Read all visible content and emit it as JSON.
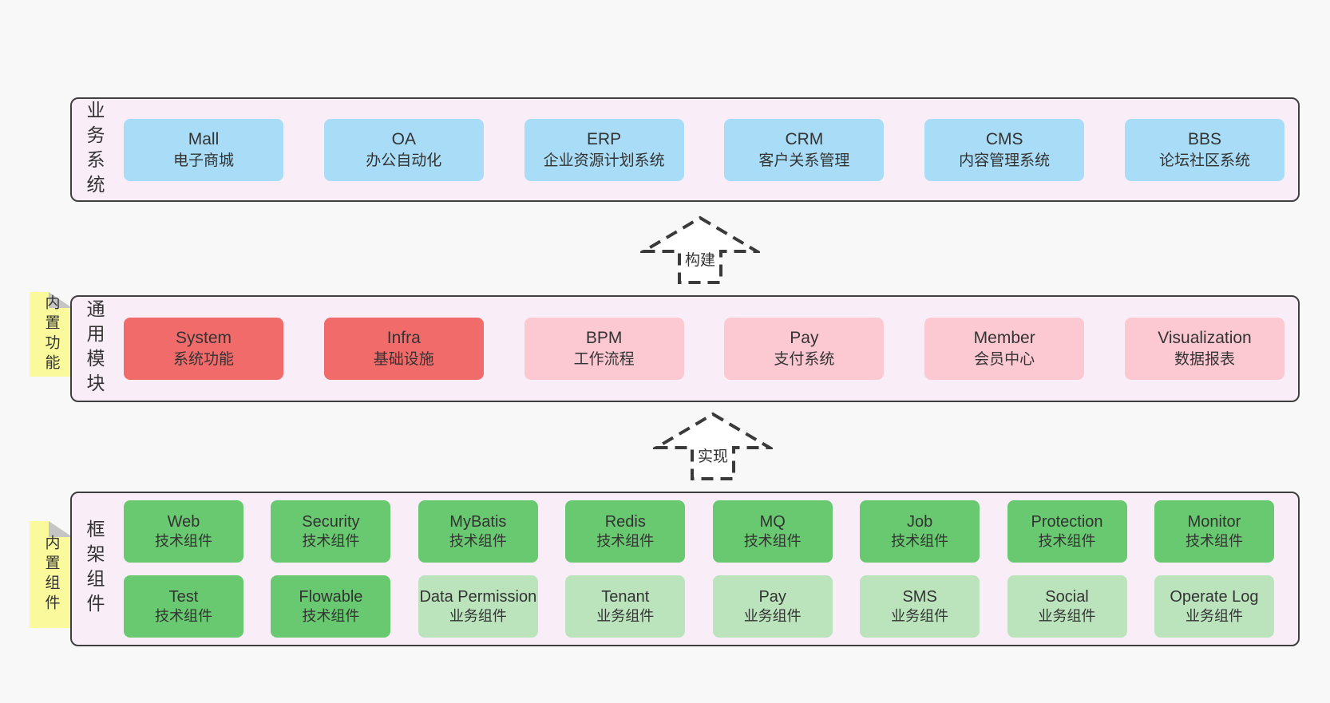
{
  "palette": {
    "page_bg": "#f8f8f8",
    "panel_bg": "#f9eef7",
    "panel_border": "#3f3f3f",
    "blue": "#a9dcf6",
    "red": "#f26b6b",
    "pink": "#fcc9d3",
    "green": "#69c970",
    "light_green": "#bbe4bd",
    "sticky_yellow": "#fafa9c",
    "fold_gray": "#c5c5c5",
    "ink": "#333333",
    "arrow_stroke": "#3a3a3a",
    "arrow_fill": "#ffffff"
  },
  "sections": {
    "business": {
      "label": "业务系统",
      "boxes": [
        {
          "en": "Mall",
          "zh": "电子商城",
          "variant": "blue"
        },
        {
          "en": "OA",
          "zh": "办公自动化",
          "variant": "blue"
        },
        {
          "en": "ERP",
          "zh": "企业资源计划系统",
          "variant": "blue"
        },
        {
          "en": "CRM",
          "zh": "客户关系管理",
          "variant": "blue"
        },
        {
          "en": "CMS",
          "zh": "内容管理系统",
          "variant": "blue"
        },
        {
          "en": "BBS",
          "zh": "论坛社区系统",
          "variant": "blue"
        }
      ]
    },
    "modules": {
      "label": "通用模块",
      "sticky": "内置功能",
      "boxes": [
        {
          "en": "System",
          "zh": "系统功能",
          "variant": "red"
        },
        {
          "en": "Infra",
          "zh": "基础设施",
          "variant": "red"
        },
        {
          "en": "BPM",
          "zh": "工作流程",
          "variant": "pink"
        },
        {
          "en": "Pay",
          "zh": "支付系统",
          "variant": "pink"
        },
        {
          "en": "Member",
          "zh": "会员中心",
          "variant": "pink"
        },
        {
          "en": "Visualization",
          "zh": "数据报表",
          "variant": "pink"
        }
      ]
    },
    "framework": {
      "label": "框架组件",
      "sticky": "内置组件",
      "row1": [
        {
          "en": "Web",
          "zh": "技术组件",
          "variant": "green"
        },
        {
          "en": "Security",
          "zh": "技术组件",
          "variant": "green"
        },
        {
          "en": "MyBatis",
          "zh": "技术组件",
          "variant": "green"
        },
        {
          "en": "Redis",
          "zh": "技术组件",
          "variant": "green"
        },
        {
          "en": "MQ",
          "zh": "技术组件",
          "variant": "green"
        },
        {
          "en": "Job",
          "zh": "技术组件",
          "variant": "green"
        },
        {
          "en": "Protection",
          "zh": "技术组件",
          "variant": "green"
        },
        {
          "en": "Monitor",
          "zh": "技术组件",
          "variant": "green"
        }
      ],
      "row2": [
        {
          "en": "Test",
          "zh": "技术组件",
          "variant": "green"
        },
        {
          "en": "Flowable",
          "zh": "技术组件",
          "variant": "green"
        },
        {
          "en": "Data Permission",
          "zh": "业务组件",
          "variant": "lightgreen"
        },
        {
          "en": "Tenant",
          "zh": "业务组件",
          "variant": "lightgreen"
        },
        {
          "en": "Pay",
          "zh": "业务组件",
          "variant": "lightgreen"
        },
        {
          "en": "SMS",
          "zh": "业务组件",
          "variant": "lightgreen"
        },
        {
          "en": "Social",
          "zh": "业务组件",
          "variant": "lightgreen"
        },
        {
          "en": "Operate Log",
          "zh": "业务组件",
          "variant": "lightgreen"
        }
      ]
    }
  },
  "arrows": {
    "build": {
      "label": "构建"
    },
    "implement": {
      "label": "实现"
    }
  }
}
